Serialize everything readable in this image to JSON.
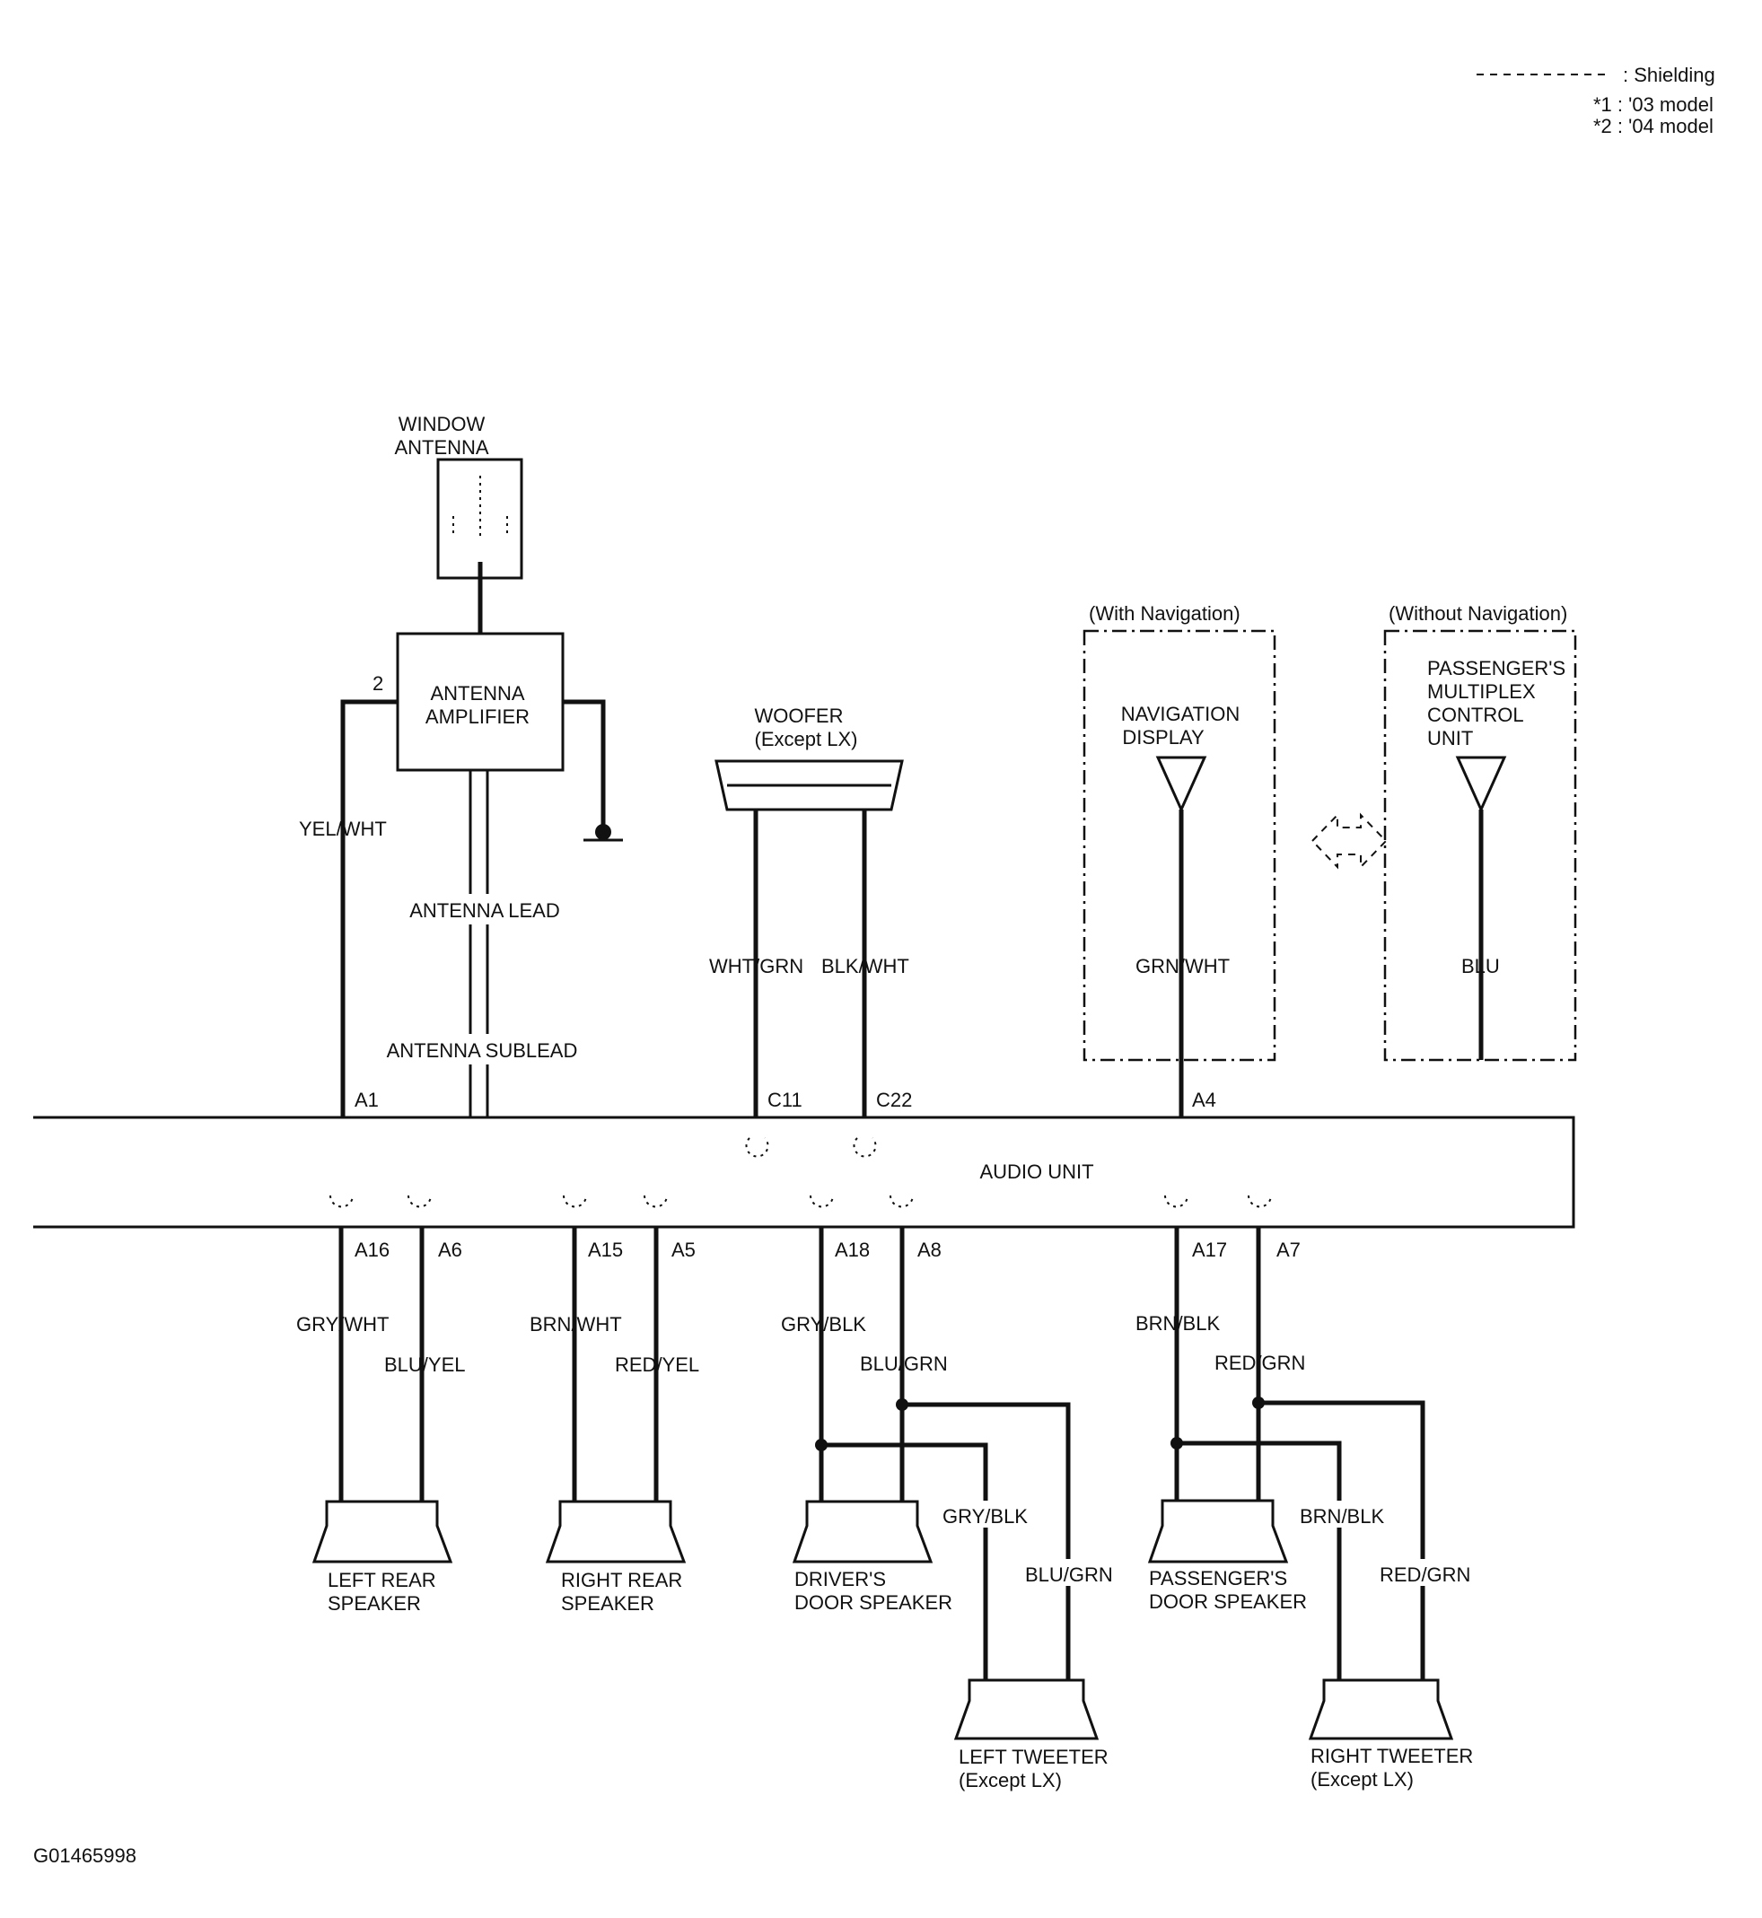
{
  "legend": {
    "shielding": ": Shielding",
    "note1": "*1 : '03 model",
    "note2": "*2 : '04 model"
  },
  "components": {
    "window_antenna": [
      "WINDOW",
      "ANTENNA"
    ],
    "antenna_amplifier": [
      "ANTENNA",
      "AMPLIFIER"
    ],
    "amp_pin": "2",
    "woofer": [
      "WOOFER",
      "(Except LX)"
    ],
    "with_nav": "(With Navigation)",
    "without_nav": "(Without Navigation)",
    "navigation_display": [
      "NAVIGATION",
      "DISPLAY"
    ],
    "passenger_mpcu": [
      "PASSENGER'S",
      "MULTIPLEX",
      "CONTROL",
      "UNIT"
    ],
    "audio_unit": "AUDIO UNIT",
    "left_rear_speaker": [
      "LEFT REAR",
      "SPEAKER"
    ],
    "right_rear_speaker": [
      "RIGHT REAR",
      "SPEAKER"
    ],
    "drivers_door_speaker": [
      "DRIVER'S",
      "DOOR SPEAKER"
    ],
    "passengers_door_speaker": [
      "PASSENGER'S",
      "DOOR SPEAKER"
    ],
    "left_tweeter": [
      "LEFT TWEETER",
      "(Except LX)"
    ],
    "right_tweeter": [
      "RIGHT TWEETER",
      "(Except LX)"
    ]
  },
  "wires": {
    "yel_wht": "YEL/WHT",
    "antenna_lead": "ANTENNA LEAD",
    "antenna_sublead": "ANTENNA SUBLEAD",
    "wht_grn": "WHT/GRN",
    "blk_wht": "BLK/WHT",
    "grn_wht": "GRN/WHT",
    "blu": "BLU",
    "gry_wht": "GRY/WHT",
    "blu_yel": "BLU/YEL",
    "brn_wht": "BRN/WHT",
    "red_yel": "RED/YEL",
    "gry_blk": "GRY/BLK",
    "blu_grn": "BLU/GRN",
    "brn_blk": "BRN/BLK",
    "red_grn": "RED/GRN",
    "gry_blk_2": "GRY/BLK",
    "blu_grn_2": "BLU/GRN",
    "brn_blk_2": "BRN/BLK",
    "red_grn_2": "RED/GRN"
  },
  "pins": {
    "a1": "A1",
    "c11": "C11",
    "c22": "C22",
    "a4": "A4",
    "a16": "A16",
    "a6": "A6",
    "a15": "A15",
    "a5": "A5",
    "a18": "A18",
    "a8": "A8",
    "a17": "A17",
    "a7": "A7"
  },
  "figure_id": "G01465998"
}
